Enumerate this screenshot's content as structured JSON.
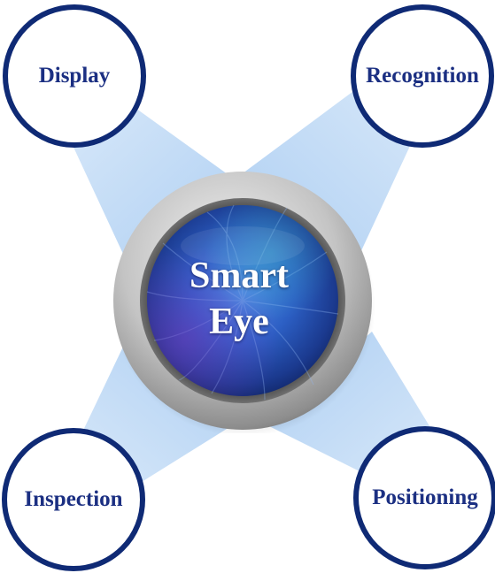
{
  "center": {
    "line1": "Smart",
    "line2": "Eye"
  },
  "nodes": {
    "display": "Display",
    "recognition": "Recognition",
    "inspection": "Inspection",
    "positioning": "Positioning"
  },
  "colors": {
    "node_border": "#0f2a75",
    "node_text": "#1b2f82",
    "beam": "#a9cdf3",
    "lens_core": "#2d63c8",
    "lens_ring": "#9a9a9a"
  }
}
